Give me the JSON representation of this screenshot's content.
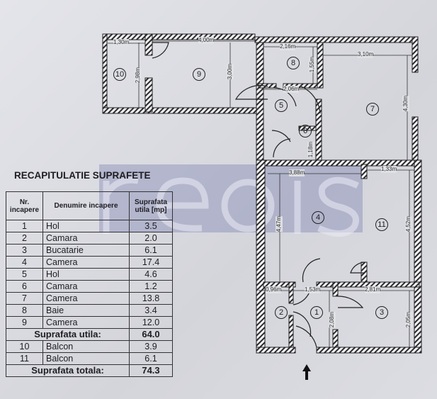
{
  "watermark": "reois",
  "table": {
    "title": "RECAPITULATIE SUPRAFETE",
    "headers": [
      "Nr. incapere",
      "Denumire incapere",
      "Suprafata utila [mp]"
    ],
    "rows": [
      {
        "nr": "1",
        "name": "Hol",
        "area": "3.5"
      },
      {
        "nr": "2",
        "name": "Camara",
        "area": "2.0"
      },
      {
        "nr": "3",
        "name": "Bucatarie",
        "area": "6.1"
      },
      {
        "nr": "4",
        "name": "Camera",
        "area": "17.4"
      },
      {
        "nr": "5",
        "name": "Hol",
        "area": "4.6"
      },
      {
        "nr": "6",
        "name": "Camara",
        "area": "1.2"
      },
      {
        "nr": "7",
        "name": "Camera",
        "area": "13.8"
      },
      {
        "nr": "8",
        "name": "Baie",
        "area": "3.4"
      },
      {
        "nr": "9",
        "name": "Camera",
        "area": "12.0"
      }
    ],
    "useful_label": "Suprafata utila:",
    "useful_value": "64.0",
    "balconies": [
      {
        "nr": "10",
        "name": "Balcon",
        "area": "3.9"
      },
      {
        "nr": "11",
        "name": "Balcon",
        "area": "6.1"
      }
    ],
    "total_label": "Suprafata totala:",
    "total_value": "74.3"
  },
  "plan": {
    "rooms": [
      "1",
      "2",
      "3",
      "4",
      "5",
      "6",
      "7",
      "8",
      "9",
      "10",
      "11"
    ],
    "dims": [
      "1,30m",
      "4,00m",
      "2,98m",
      "3,00m",
      "2,16m",
      "1,55m",
      "2,06m",
      "3,10m",
      "4,30m",
      "1,18m",
      "3,88m",
      "1,33m",
      "4,47m",
      "4,52m",
      "0,96m",
      "1,53m",
      "2,81m",
      "2,08m",
      "2,05m"
    ],
    "entrance_icon": "arrow-up-icon"
  }
}
